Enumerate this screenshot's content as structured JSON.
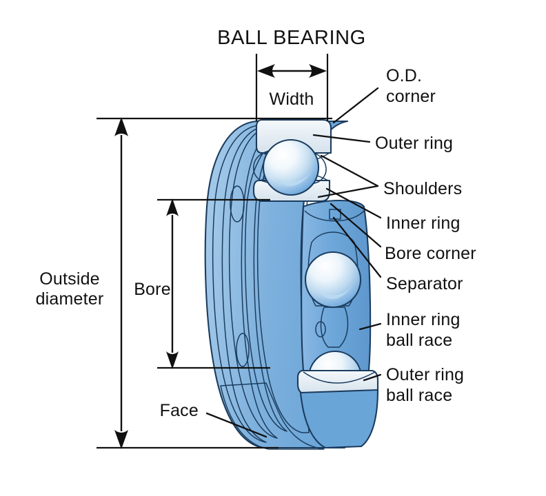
{
  "diagram": {
    "title": "BALL BEARING",
    "subject": "cutaway cross-section of a deep groove ball bearing",
    "background_color": "#ffffff"
  },
  "colors": {
    "outline": "#1b3c5e",
    "blue_mid": "#6aa5d8",
    "blue_light": "#9cc6e6",
    "blue_pale": "#c3dcf0",
    "blue_dark": "#5a8fc4",
    "blue_deep": "#4a7fb5",
    "ring_gray": "#dfe6ec",
    "ring_gray_light": "#eef2f6",
    "ball_white": "#ffffff",
    "text": "#111111"
  },
  "dimensions": {
    "width": {
      "label": "Width",
      "orientation": "horizontal",
      "arrow_style": "double-headed"
    },
    "bore": {
      "label": "Bore",
      "orientation": "vertical",
      "arrow_style": "double-headed"
    },
    "outside_diameter": {
      "label_line1": "Outside",
      "label_line2": "diameter",
      "orientation": "vertical",
      "arrow_style": "double-headed"
    }
  },
  "callouts": [
    {
      "id": "od-corner",
      "line1": "O.D.",
      "line2": "corner",
      "side": "right"
    },
    {
      "id": "outer-ring",
      "line1": "Outer ring",
      "line2": "",
      "side": "right"
    },
    {
      "id": "shoulders",
      "line1": "Shoulders",
      "line2": "",
      "side": "right"
    },
    {
      "id": "inner-ring",
      "line1": "Inner ring",
      "line2": "",
      "side": "right"
    },
    {
      "id": "bore-corner",
      "line1": "Bore corner",
      "line2": "",
      "side": "right"
    },
    {
      "id": "separator",
      "line1": "Separator",
      "line2": "",
      "side": "right"
    },
    {
      "id": "inner-ring-race",
      "line1": "Inner ring",
      "line2": "ball race",
      "side": "right"
    },
    {
      "id": "outer-ring-race",
      "line1": "Outer ring",
      "line2": "ball race",
      "side": "right"
    },
    {
      "id": "face",
      "line1": "Face",
      "line2": "",
      "side": "left"
    }
  ]
}
